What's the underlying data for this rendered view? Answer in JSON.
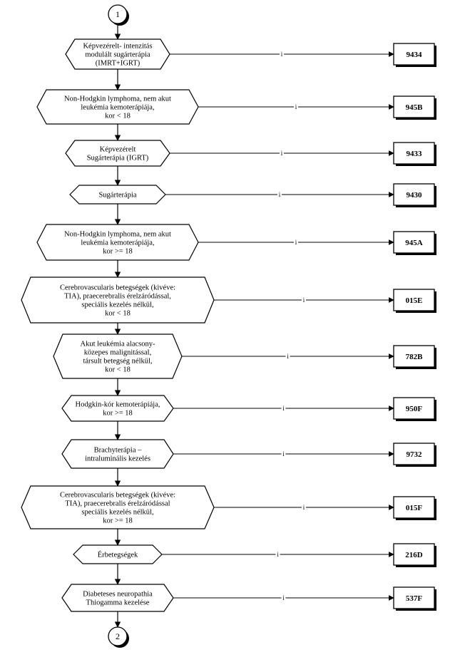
{
  "connectors": {
    "start": "1",
    "end": "2"
  },
  "edge_label": "i",
  "steps": [
    {
      "lines": [
        "Képvezérelt- intenzitás",
        "modulált sugárterápia",
        "(IMRT+IGRT)"
      ],
      "code": "9434"
    },
    {
      "lines": [
        "Non-Hodgkin lymphoma, nem akut",
        "leukémia kemoterápiája,",
        "kor < 18"
      ],
      "code": "945B"
    },
    {
      "lines": [
        "Képvezérelt",
        "Sugárterápia (IGRT)"
      ],
      "code": "9433"
    },
    {
      "lines": [
        "Sugárterápia"
      ],
      "code": "9430"
    },
    {
      "lines": [
        "Non-Hodgkin lymphoma, nem akut",
        "leukémia kemoterápiája,",
        "kor >= 18"
      ],
      "code": "945A"
    },
    {
      "lines": [
        "Cerebrovascularis betegségek (kivéve:",
        "TIA), praecerebralis érelzáródással,",
        "speciális kezelés nélkül,",
        "kor < 18"
      ],
      "code": "015E"
    },
    {
      "lines": [
        "Akut leukémia alacsony-",
        "közepes malignitással,",
        "társult betegség nélkül,",
        "kor < 18"
      ],
      "code": "782B"
    },
    {
      "lines": [
        "Hodgkin-kór kemoterápiája,",
        "kor >= 18"
      ],
      "code": "950F"
    },
    {
      "lines": [
        "Brachyterápia –",
        "intraluminális kezelés"
      ],
      "code": "9732"
    },
    {
      "lines": [
        "Cerebrovascularis betegségek (kivéve:",
        "TIA), praecerebralis érelzáródással",
        "speciális kezelés nélkül,",
        "kor >= 18"
      ],
      "code": "015F"
    },
    {
      "lines": [
        "Érbetegségek"
      ],
      "code": "216D"
    },
    {
      "lines": [
        "Diabeteses neuropathia",
        "Thiogamma kezelése"
      ],
      "code": "537F"
    }
  ]
}
